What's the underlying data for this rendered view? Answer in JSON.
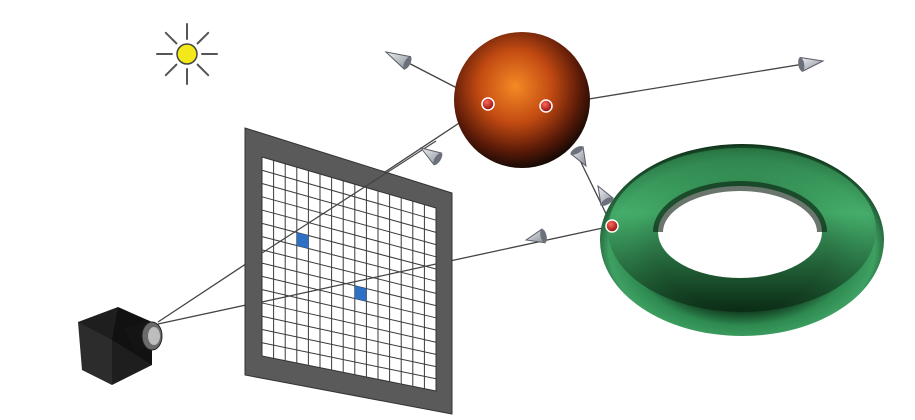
{
  "figure": {
    "elements": {
      "light": "sun-light-source",
      "camera": "camera",
      "image_plane": "pixel-grid-screen",
      "sphere": "reflective-sphere",
      "torus": "torus-object"
    },
    "grid": {
      "columns": 15,
      "rows": 15
    },
    "colors": {
      "background": "#ffffff",
      "sun_fill": "#f2e81a",
      "sun_ray": "#555555",
      "frame": "#5a5a5a",
      "grid_line": "#3a3a3a",
      "grid_cell": "#ffffff",
      "highlight_pixel": "#2f6fc4",
      "sphere_core": "#f07a1c",
      "sphere_edge": "#1a0a05",
      "torus_core": "#3ea062",
      "torus_edge": "#0a2a14",
      "hit_point": "#c0221a",
      "ray": "#444444",
      "arrow": "#b8bcc4",
      "camera_body": "#1e1e1e"
    }
  }
}
